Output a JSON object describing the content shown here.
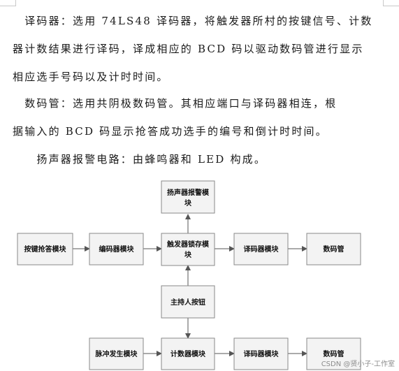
{
  "paragraphs": [
    {
      "lines": [
        "　译码器：选用 74LS48 译码器，将触发器所村的按键信号、计数",
        "器计数结果进行译码，译成相应的 BCD 码以驱动数码管进行显示",
        "相应选手号码以及计时时间。"
      ]
    },
    {
      "lines": [
        "　数码管：选用共阴极数码管。其相应端口与译码器相连，根",
        "据输入的 BCD 码显示抢答成功选手的编号和倒计时时间。"
      ]
    },
    {
      "lines": [
        "　　扬声器报警电路：由蜂鸣器和 LED 构成。"
      ]
    }
  ],
  "diagram": {
    "boxes": {
      "speaker": [
        "扬声器报警模",
        "块"
      ],
      "key": [
        "按键抢答模块"
      ],
      "encoder": [
        "编码器模块"
      ],
      "latch": [
        "触发器锁存模",
        "块"
      ],
      "decoder1": [
        "译码器模块"
      ],
      "display1": [
        "数码管"
      ],
      "host": [
        "主持人按钮"
      ],
      "pulse": [
        "脉冲发生模块"
      ],
      "counter": [
        "计数器模块"
      ],
      "decoder2": [
        "译码器模块"
      ],
      "display2": [
        "数码管"
      ]
    }
  },
  "watermark": "CSDN @贤小子-工作室"
}
